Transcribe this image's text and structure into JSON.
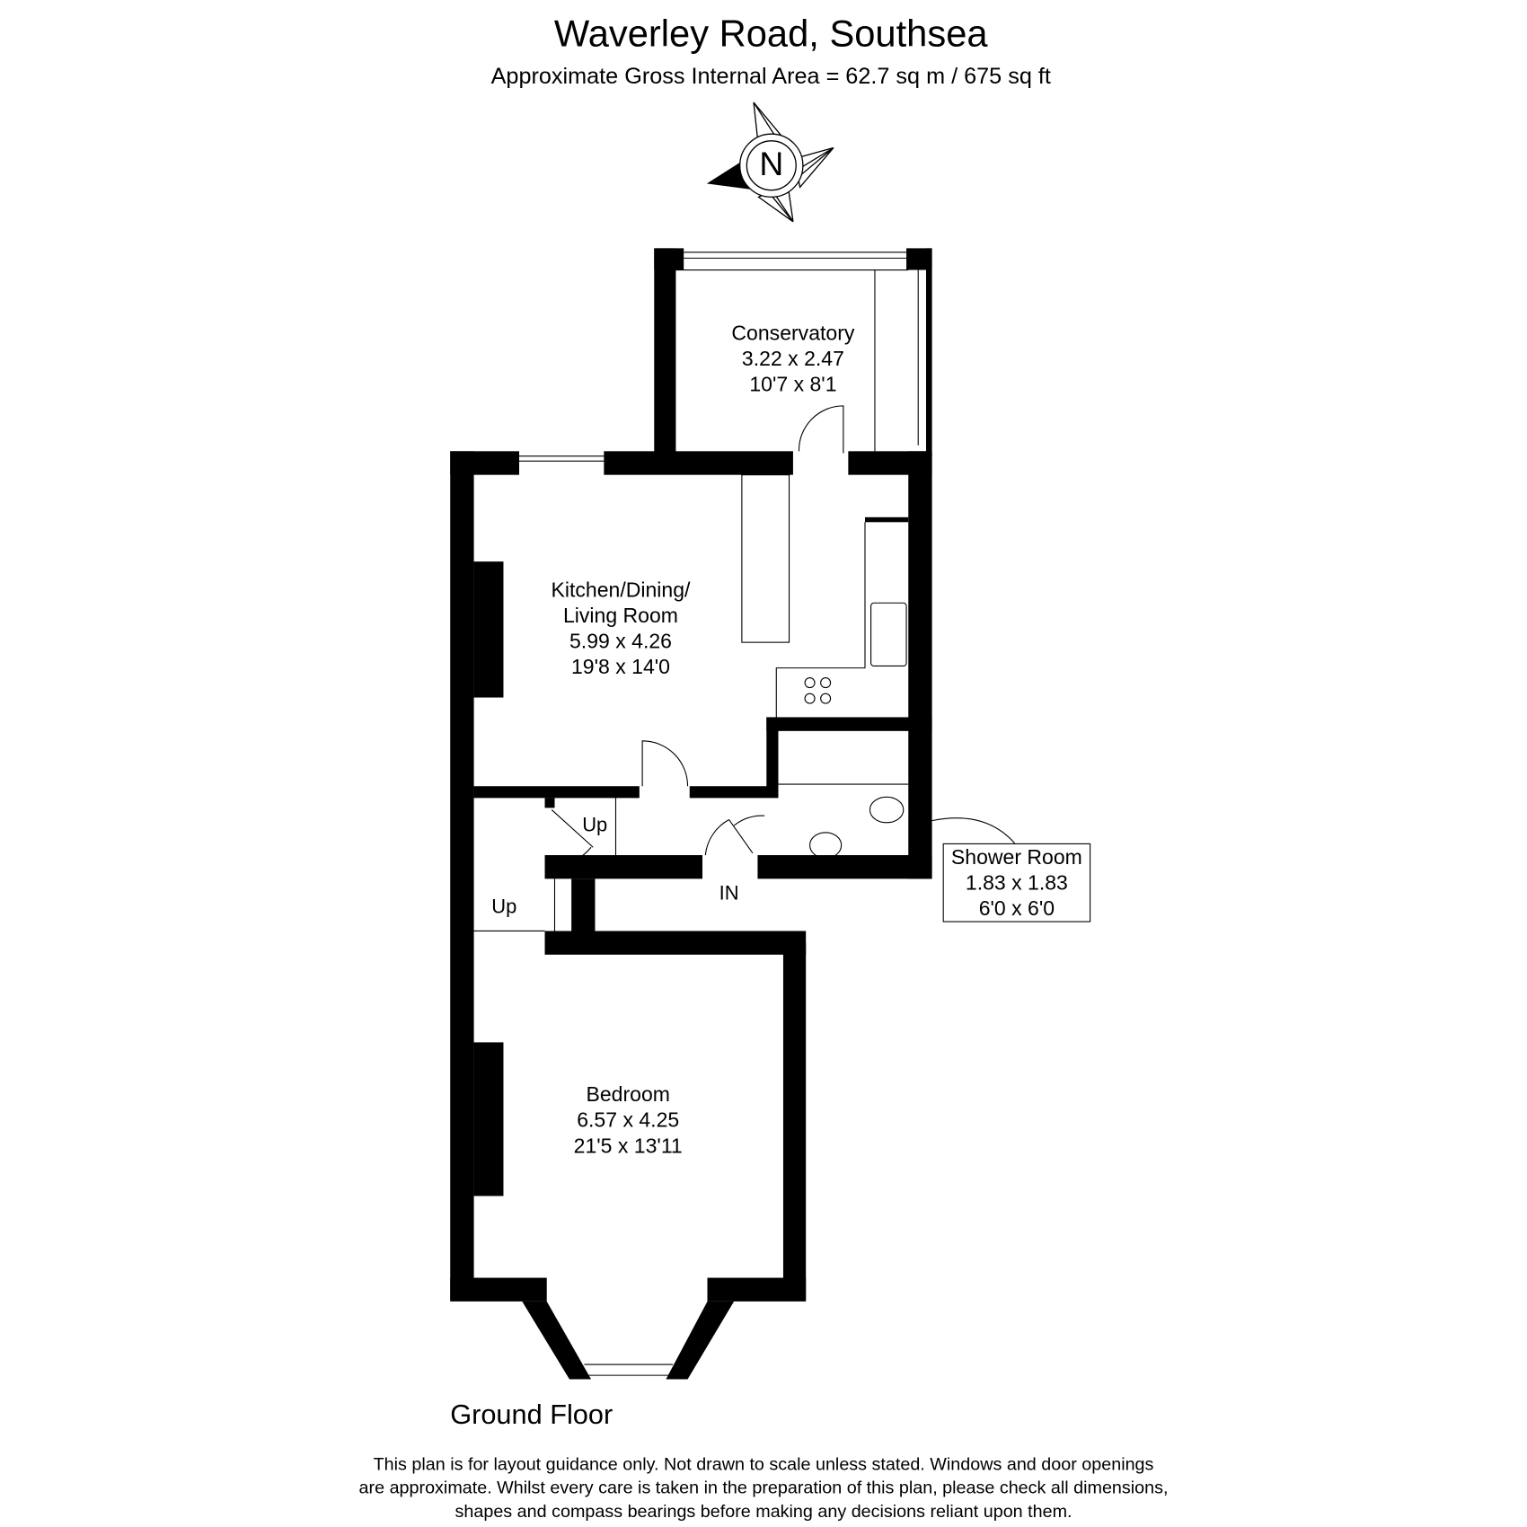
{
  "header": {
    "title": "Waverley Road, Southsea",
    "subtitle": "Approximate Gross Internal Area = 62.7 sq m / 675 sq ft"
  },
  "compass": {
    "icon": "compass-rose-icon",
    "label": "N"
  },
  "rooms": [
    {
      "name": "Conservatory",
      "metric": "3.22 x 2.47",
      "imperial": "10'7 x 8'1"
    },
    {
      "name": "Kitchen/Dining/",
      "name_line2": "Living Room",
      "metric": "5.99 x 4.26",
      "imperial": "19'8 x 14'0"
    },
    {
      "name": "Shower Room",
      "metric": "1.83 x 1.83",
      "imperial": "6'0 x 6'0"
    },
    {
      "name": "Bedroom",
      "metric": "6.57 x 4.25",
      "imperial": "21'5 x 13'11"
    }
  ],
  "annotations": {
    "stairs_up_1": "Up",
    "stairs_up_2": "Up",
    "entrance": "IN"
  },
  "floor_label": "Ground Floor",
  "disclaimer": {
    "line1": "This plan is for layout guidance only. Not drawn to scale unless stated. Windows and door openings",
    "line2": "are approximate. Whilst every care is taken in the preparation of this plan, please check all dimensions,",
    "line3": "shapes and compass bearings before making any decisions reliant upon them."
  },
  "colors": {
    "wall": "#000000",
    "background": "#ffffff"
  }
}
